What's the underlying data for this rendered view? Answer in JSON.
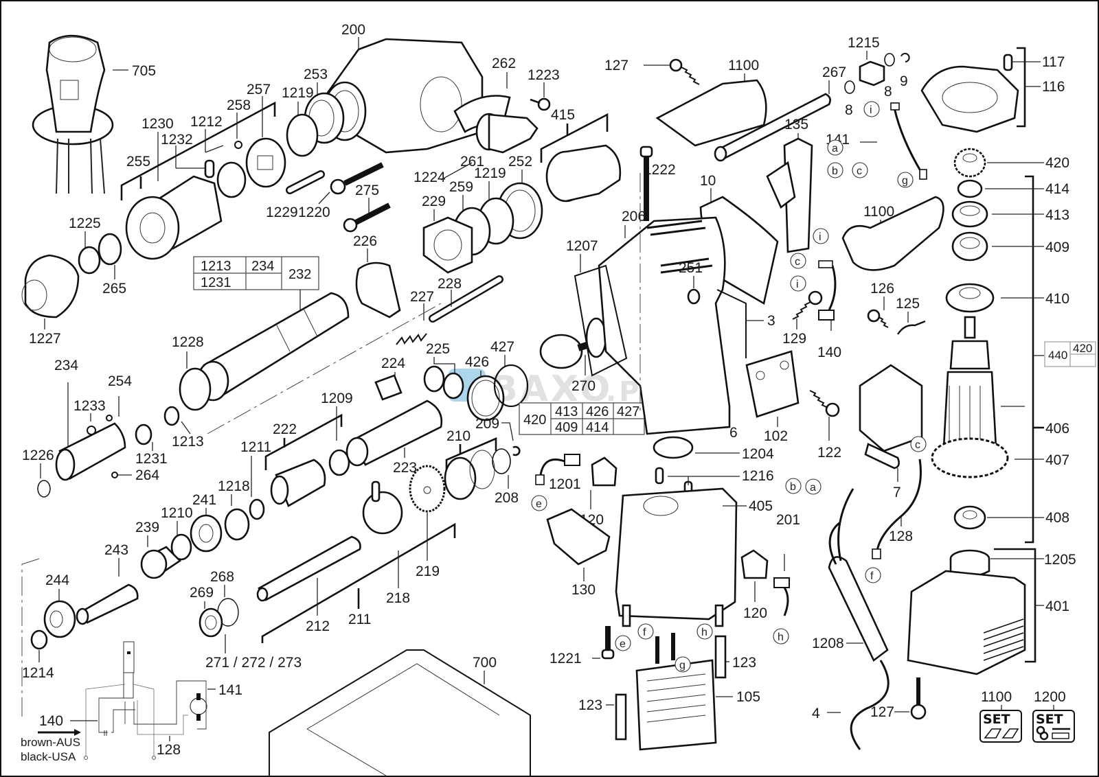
{
  "diagram": {
    "title": "Rotary hammer exploded parts diagram",
    "watermark": {
      "text": "BAXO",
      "suffix": ".PL",
      "color": "#7fbfe0",
      "text_color": "#d9d9d9"
    }
  },
  "labels": {
    "p705": "705",
    "p200": "200",
    "p253": "253",
    "p1219a": "1219",
    "p257": "257",
    "p258": "258",
    "p1230": "1230",
    "p1212": "1212",
    "p1232": "1232",
    "p255": "255",
    "p262": "262",
    "p1223": "1223",
    "p415": "415",
    "p1224": "1224",
    "p261": "261",
    "p1219b": "1219",
    "p252": "252",
    "p259": "259",
    "p229": "229",
    "p1229": "1229",
    "p1220": "1220",
    "p275": "275",
    "p1225": "1225",
    "p265": "265",
    "p1227": "1227",
    "p226": "226",
    "p228": "228",
    "p227": "227",
    "p232": "232",
    "p1228": "1228",
    "p234": "234",
    "p254": "254",
    "p1233": "1233",
    "p1226": "1226",
    "p1231": "1231",
    "p1213": "1213",
    "p264": "264",
    "p225": "225",
    "p224": "224",
    "p426": "426",
    "p427": "427",
    "p270": "270",
    "p1209": "1209",
    "p222": "222",
    "p1211": "1211",
    "p1218": "1218",
    "p1210": "1210",
    "p241": "241",
    "p239": "239",
    "p243": "243",
    "p244": "244",
    "p1214": "1214",
    "p223": "223",
    "p210": "210",
    "p209": "209",
    "p208": "208",
    "p219": "219",
    "p218": "218",
    "p212": "212",
    "p211": "211",
    "p268": "268",
    "p269": "269",
    "p271": "271 / 272 / 273",
    "p700": "700",
    "p127a": "127",
    "p1100a": "1100",
    "p267": "267",
    "p1215": "1215",
    "p8a": "8",
    "p8b": "8",
    "p9": "9",
    "p135": "135",
    "p141": "141",
    "p1222": "1222",
    "p10": "10",
    "p206": "206",
    "p1207": "1207",
    "p251": "251",
    "p3": "3",
    "p129": "129",
    "p140": "140",
    "p1100b": "1100",
    "p126": "126",
    "p125": "125",
    "p6": "6",
    "p102": "102",
    "p122": "122",
    "p1204": "1204",
    "p1216": "1216",
    "p405": "405",
    "p1201": "1201",
    "p120a": "120",
    "p120b": "120",
    "p130": "130",
    "p201": "201",
    "p1208": "1208",
    "p1221": "1221",
    "p123a": "123",
    "p123b": "123",
    "p105": "105",
    "p4": "4",
    "p127b": "127",
    "p7": "7",
    "p128": "128",
    "p117": "117",
    "p116": "116",
    "p420": "420",
    "p414": "414",
    "p413": "413",
    "p409": "409",
    "p410": "410",
    "p406": "406",
    "p407": "407",
    "p408": "408",
    "p1205": "1205",
    "p401": "401"
  },
  "connectors": {
    "a": "a",
    "b": "b",
    "c": "c",
    "e": "e",
    "f": "f",
    "g": "g",
    "h": "h",
    "i": "i"
  },
  "kit_tables": {
    "k232": {
      "cells": [
        "1213",
        "234",
        "1231",
        ""
      ],
      "target": "232"
    },
    "k420": {
      "cells": [
        "413",
        "426",
        "427",
        "409",
        "414",
        ""
      ],
      "target": "420"
    },
    "k406": {
      "cells": [
        "440",
        "420",
        ""
      ]
    }
  },
  "sets": [
    {
      "number": "1100",
      "label": "SET",
      "icon": "housing-set-icon"
    },
    {
      "number": "1200",
      "label": "SET",
      "icon": "hardware-set-icon"
    }
  ],
  "wiring": {
    "p140": "140",
    "p141": "141",
    "p128": "128",
    "legend_line1": "brown-AUS",
    "legend_line2": "black-USA"
  }
}
